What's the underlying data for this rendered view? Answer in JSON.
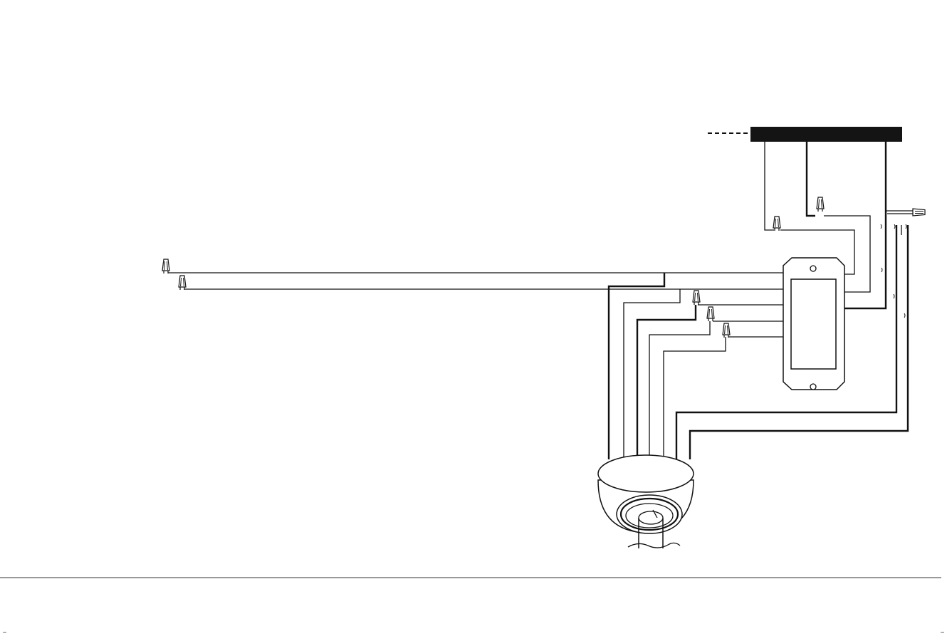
{
  "colors": {
    "ink": "#111111",
    "paper": "#ffffff",
    "rule": "#333333"
  },
  "diagram": {
    "components": [
      "power-supply-bar",
      "wall-control-plate",
      "ceiling-canopy",
      "downrod",
      "wire-nut-connectors",
      "ground-connector"
    ],
    "connector_count": 7,
    "fan_wire_count": 7
  }
}
